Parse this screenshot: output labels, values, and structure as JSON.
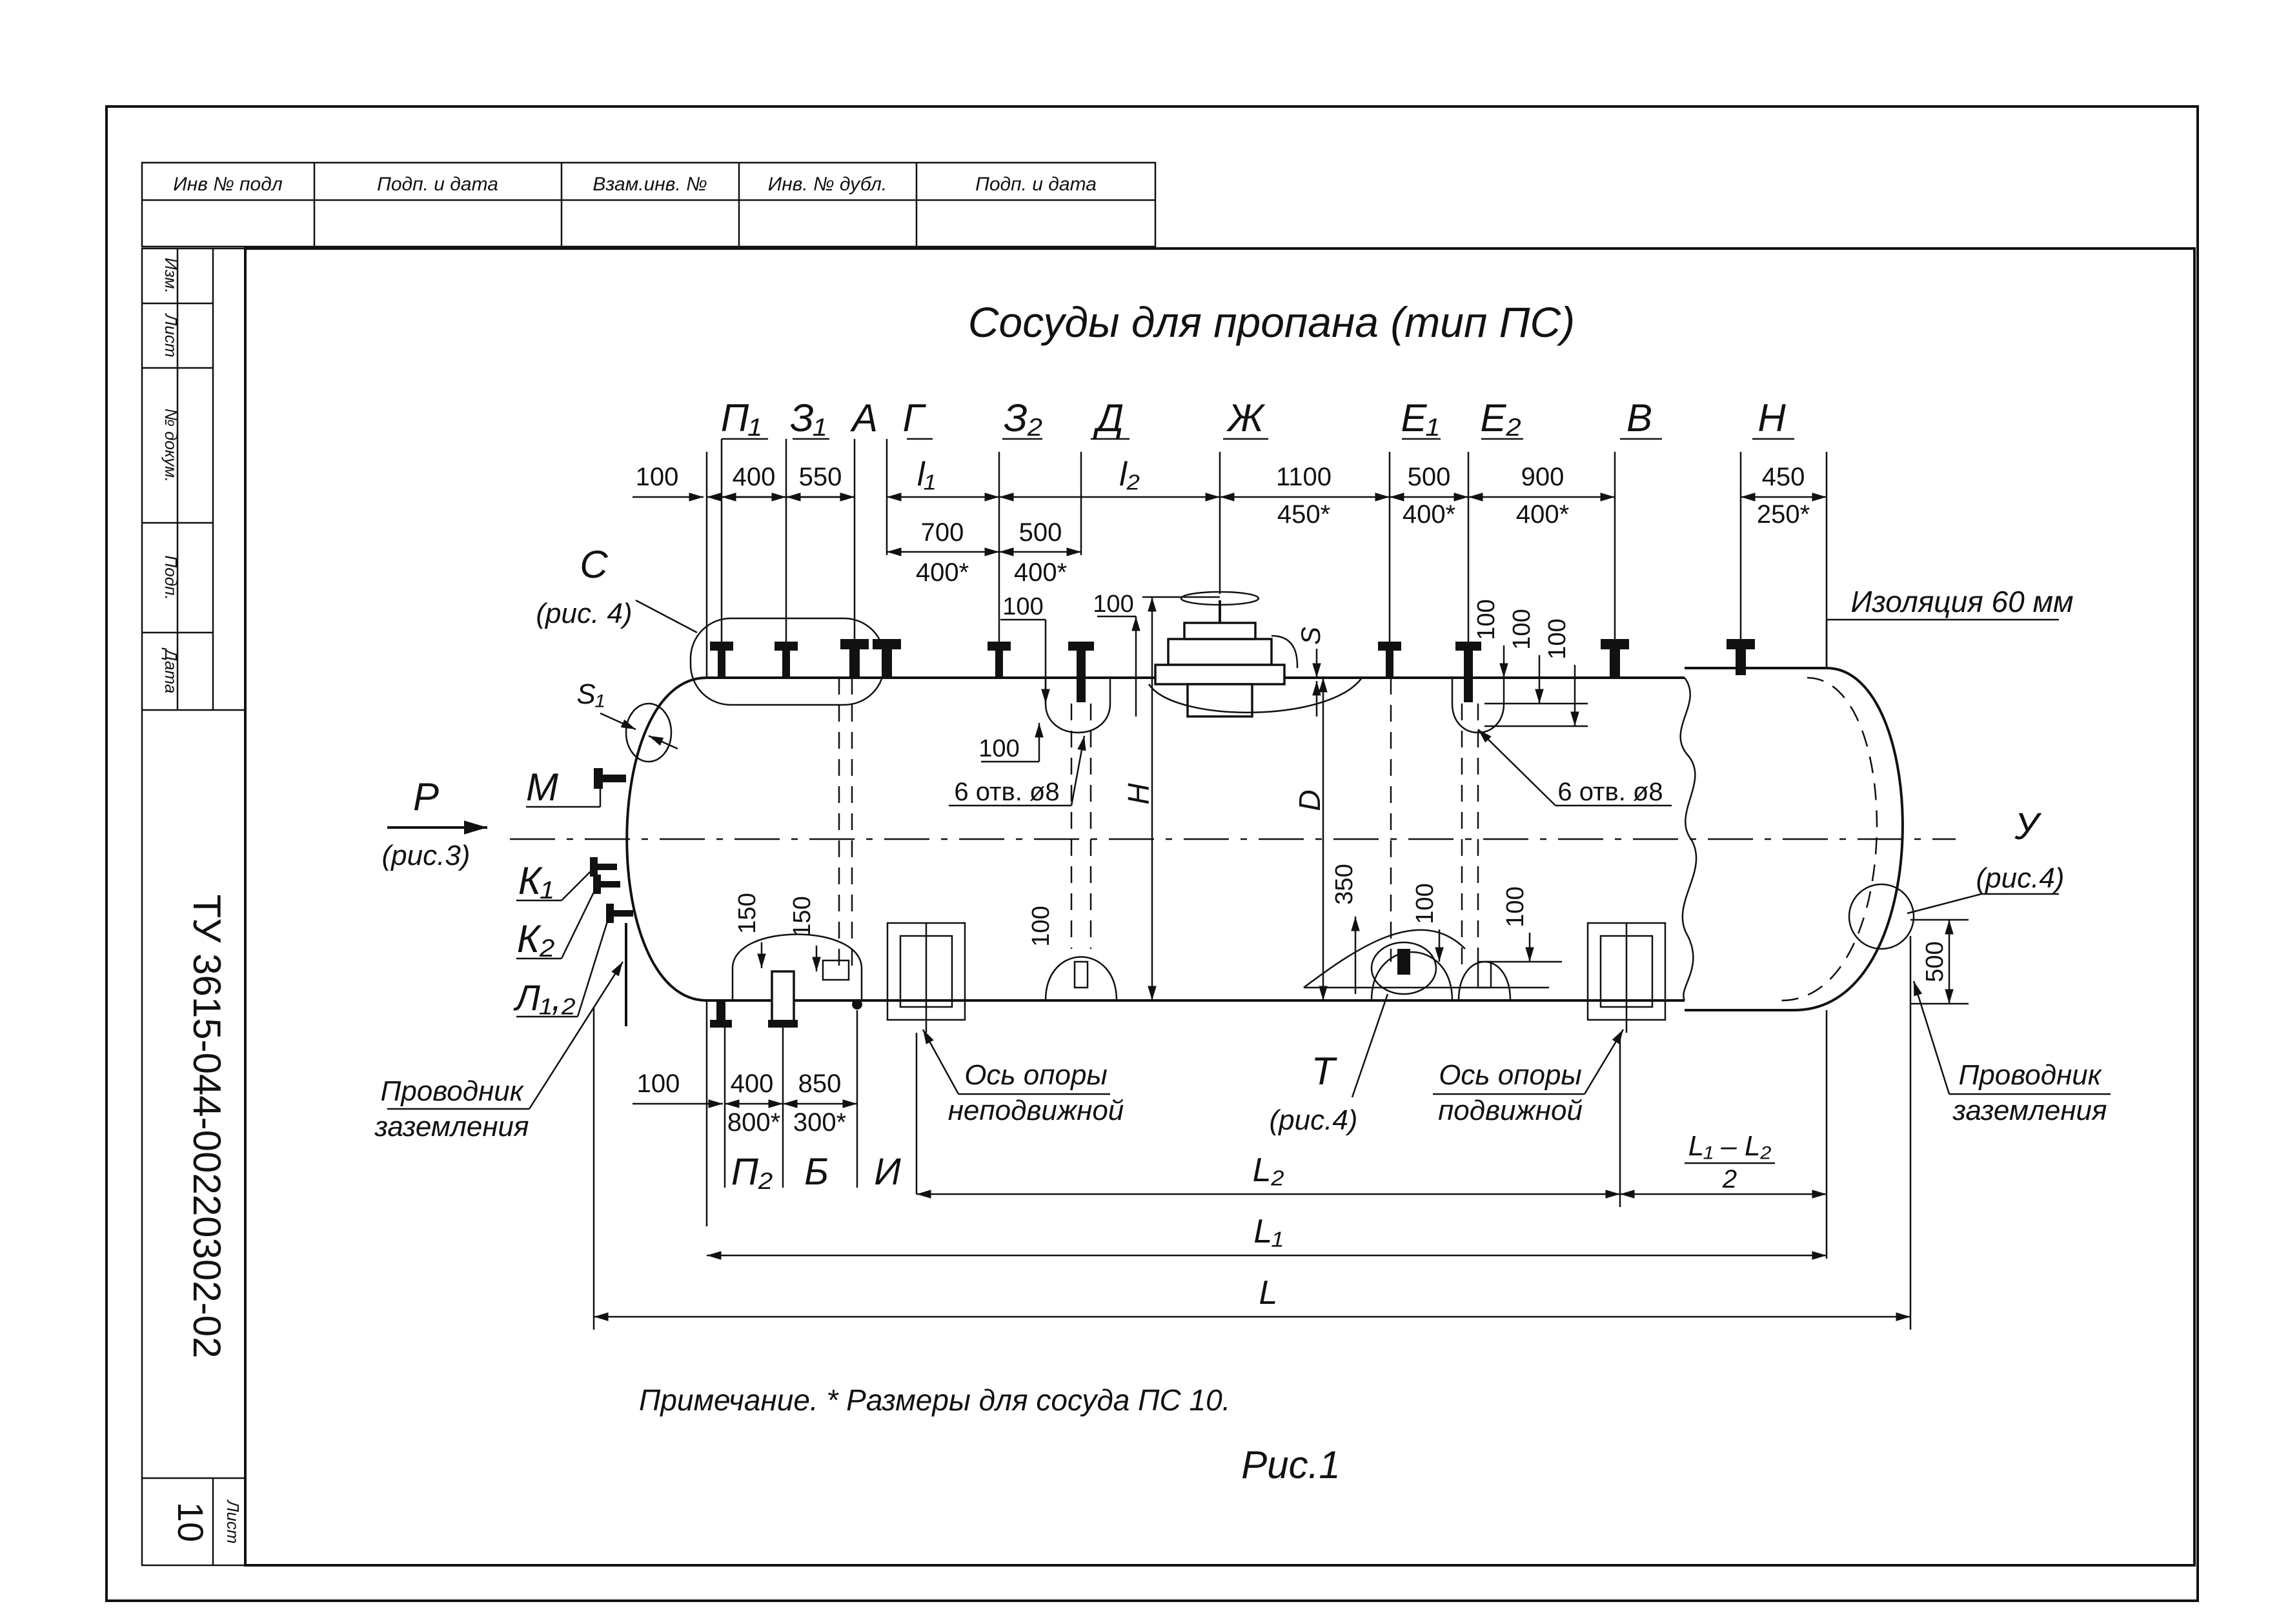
{
  "title_block": {
    "columns": [
      "Инв № подл",
      "Подп. и дата",
      "Взам.инв. №",
      "Инв. № дубл.",
      "Подп. и дата"
    ],
    "rows": [
      "Изм.",
      "Лист",
      "№ докум.",
      "Подп.",
      "Дата"
    ],
    "designation": "ТУ 3615-044-00220302-02",
    "sheet_label": "Лист",
    "sheet_number": "10"
  },
  "drawing": {
    "title": "Сосуды для пропана (тип ПС)",
    "top_nozzles": [
      "П₁",
      "З₁",
      "А",
      "Г",
      "З₂",
      "Д",
      "Ж",
      "Е₁",
      "Е₂",
      "В",
      "Н"
    ],
    "bottom_nozzles": [
      "П₂",
      "Б",
      "И"
    ],
    "left_nozzles": [
      "М",
      "К₁",
      "К₂",
      "Л₁,₂"
    ],
    "top_dims": {
      "d100": "100",
      "d400": "400",
      "d550": "550",
      "l1": "l₁",
      "l2": "l₂",
      "d1100": "1100",
      "d450s": "450*",
      "d500": "500",
      "d400s_a": "400*",
      "d900": "900",
      "d400s_b": "400*",
      "d450": "450",
      "d250s": "250*",
      "d700": "700",
      "d400s_c": "400*",
      "d500b": "500",
      "d400s_d": "400*"
    },
    "small_dims": {
      "a": "100",
      "b": "100",
      "c": "100",
      "d": "100",
      "e": "100",
      "f": "100",
      "g": "100"
    },
    "holes_left": "6 отв. ø8",
    "holes_right": "6 отв. ø8",
    "s_label": "S",
    "s1_label": "S₁",
    "h_label": "H",
    "d_label": "D",
    "bottom_vdims": {
      "v150a": "150",
      "v150b": "150",
      "v100a": "100",
      "v350": "350",
      "v100b": "100",
      "v100c": "100",
      "v500": "500"
    },
    "bottom_dims": {
      "d100": "100",
      "d400": "400",
      "d800s": "800*",
      "d850": "850",
      "d300s": "300*"
    },
    "callout_c": "С",
    "callout_c_ref": "(рис. 4)",
    "callout_p": "Р",
    "callout_p_ref": "(рис.3)",
    "callout_t": "Т",
    "callout_t_ref": "(рис.4)",
    "callout_u": "У",
    "callout_u_ref": "(рис.4)",
    "insulation": "Изоляция 60 мм",
    "fixed_support": [
      "Ось опоры",
      "неподвижной"
    ],
    "movable_support": [
      "Ось опоры",
      "подвижной"
    ],
    "ground_left": [
      "Проводник",
      "заземления"
    ],
    "ground_right": [
      "Проводник",
      "заземления"
    ],
    "L2": "L₂",
    "L1": "L₁",
    "L": "L",
    "frac_num": "L₁ – L₂",
    "frac_den": "2",
    "note": "Примечание. * Размеры для сосуда ПС 10.",
    "figure": "Рис.1"
  }
}
